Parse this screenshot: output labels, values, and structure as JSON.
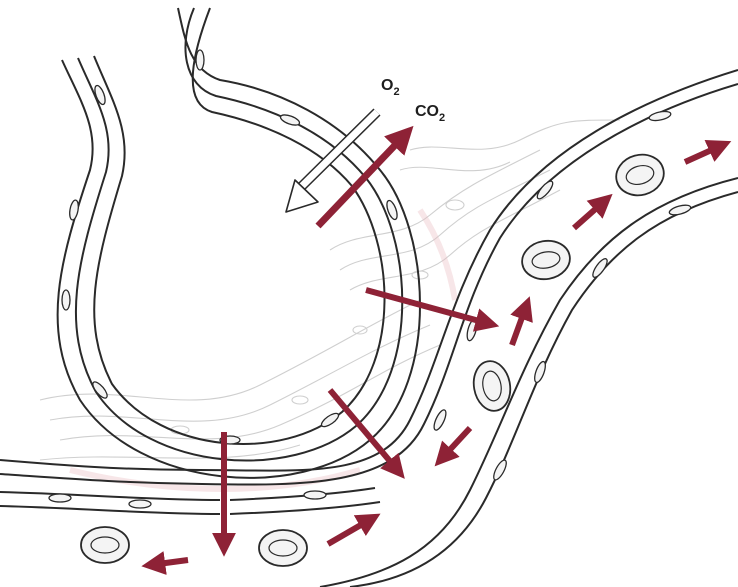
{
  "labels": {
    "o2": {
      "base": "O",
      "sub": "2"
    },
    "co2": {
      "base": "CO",
      "sub": "2"
    }
  },
  "colors": {
    "arrow": "#8e2236",
    "line": "#2a2a2a",
    "wall_fill": "#ffffff",
    "interstitium": "#dcdcdc",
    "interstitium_pink": "#e8b7bd",
    "cell_fill": "#f4f4f4"
  },
  "icons": {
    "o2_arrow": "hollow-arrow-inward",
    "co2_arrow": "solid-arrow-outward",
    "flow": "solid-arrow"
  }
}
